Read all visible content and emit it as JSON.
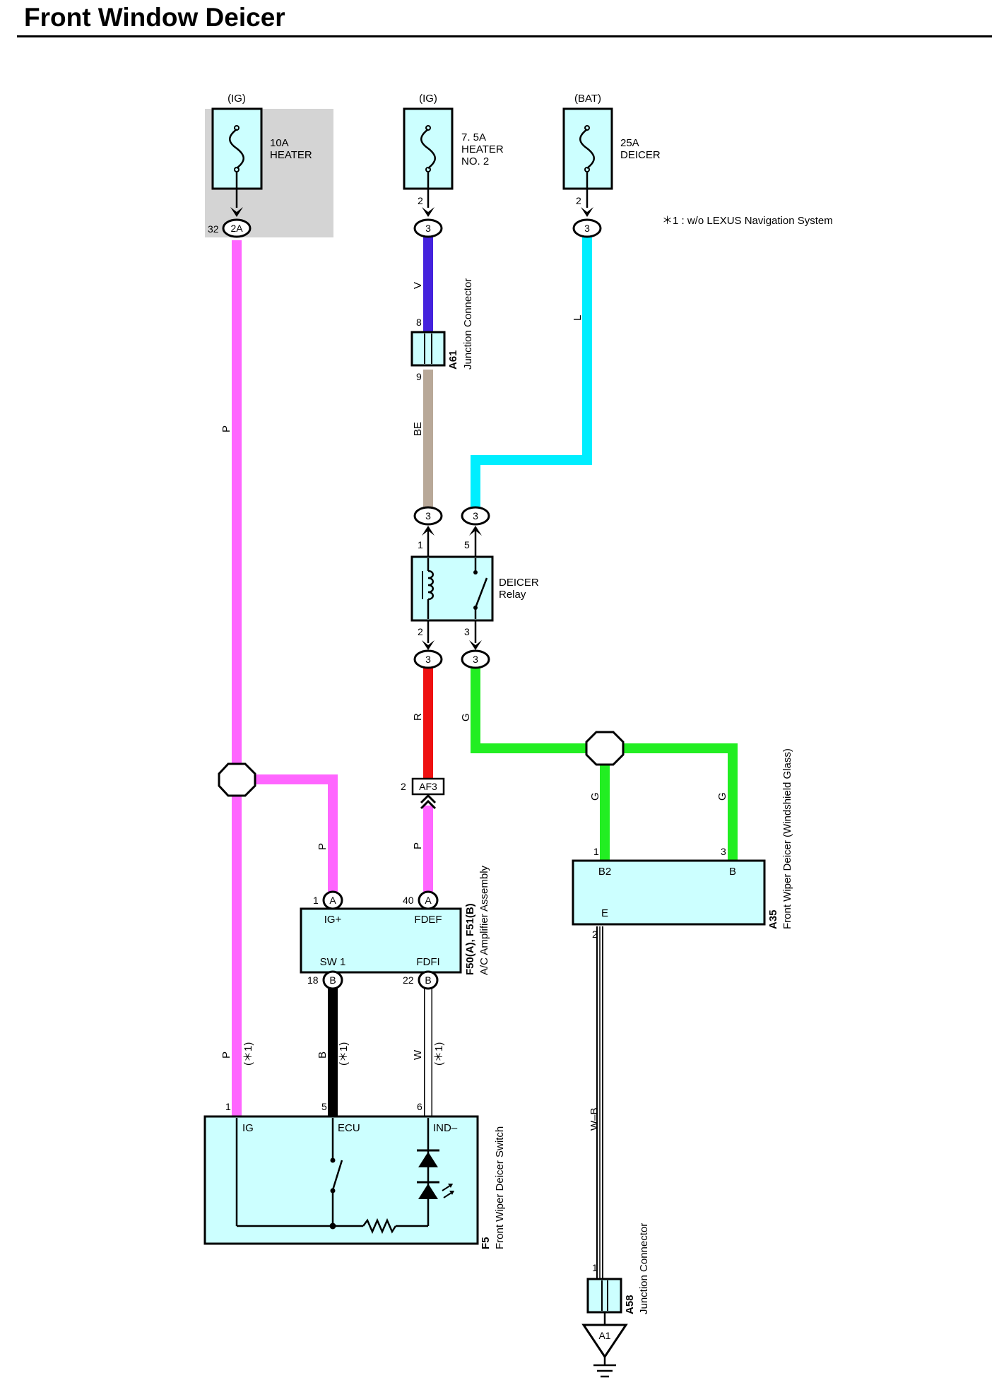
{
  "title": "Front Window Deicer",
  "colors": {
    "pink": "#ff66ff",
    "violet": "#4422dd",
    "beige": "#b8a898",
    "light_blue": "#00eeff",
    "red": "#ee1111",
    "green": "#22ee22",
    "black": "#000000",
    "white": "#ffffff",
    "component_fill": "#ccffff",
    "shade": "#d4d4d4"
  },
  "note": "＊1 : w/o LEXUS Navigation System",
  "fuses": [
    {
      "power": "(IG)",
      "rating": "10A",
      "name_line1": "HEATER",
      "name_line2": "",
      "pin": "32",
      "connector": "2A"
    },
    {
      "power": "(IG)",
      "rating": "7. 5A",
      "name_line1": "HEATER",
      "name_line2": "NO. 2",
      "pin": "2",
      "connector": "3"
    },
    {
      "power": "(BAT)",
      "rating": "25A",
      "name_line1": "DEICER",
      "name_line2": "",
      "pin": "2",
      "connector": "3"
    }
  ],
  "wire_labels": {
    "p_main": "P",
    "v": "V",
    "be": "BE",
    "l": "L",
    "r": "R",
    "g_relay": "G",
    "g_left": "G",
    "g_right": "G",
    "p_branch": "P",
    "p_af3": "P",
    "p_lower": "P",
    "b_lower": "B",
    "w_lower": "W",
    "wb": "W–B",
    "star1": "(＊1)"
  },
  "a61": {
    "code": "A61",
    "name": "Junction Connector",
    "pin_top": "8",
    "pin_bottom": "9"
  },
  "relay": {
    "name_line1": "DEICER",
    "name_line2": "Relay",
    "pin1": "1",
    "pin5": "5",
    "pin2": "2",
    "pin3": "3",
    "connector": "3"
  },
  "af3": {
    "pin": "2",
    "connector": "AF3"
  },
  "amplifier": {
    "code": "F50(A), F51(B)",
    "name": "A/C Amplifier Assembly",
    "ig_label": "IG+",
    "fdef_label": "FDEF",
    "sw1_label": "SW 1",
    "fdfi_label": "FDFI",
    "pin_ig": "1",
    "pin_fdef": "40",
    "pin_sw1": "18",
    "pin_fdfi": "22",
    "conn_a": "A",
    "conn_b": "B"
  },
  "switch": {
    "code": "F5",
    "name": "Front Wiper Deicer Switch",
    "ig_label": "IG",
    "ecu_label": "ECU",
    "ind_label": "IND–",
    "pin_ig": "1",
    "pin_ecu": "5",
    "pin_ind": "6"
  },
  "deicer": {
    "code": "A35",
    "name": "Front Wiper Deicer (Windshield Glass)",
    "b2_label": "B2",
    "b_label": "B",
    "e_label": "E",
    "pin_b2": "1",
    "pin_b": "3",
    "pin_e": "2"
  },
  "a58": {
    "code": "A58",
    "name": "Junction Connector",
    "pin": "1",
    "ground": "A1"
  }
}
